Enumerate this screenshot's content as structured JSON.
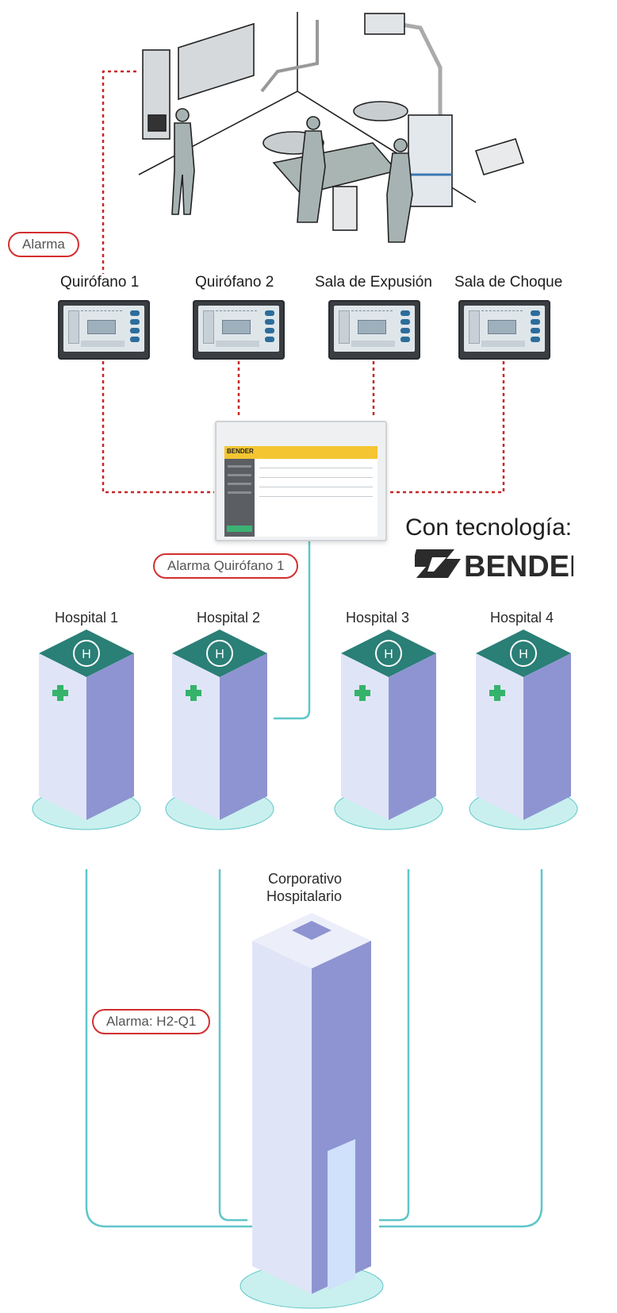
{
  "alarm_pill": "Alarma",
  "panels": [
    {
      "label": "Quirófano 1"
    },
    {
      "label": "Quirófano 2"
    },
    {
      "label": "Sala de Expusión"
    },
    {
      "label": "Sala de Choque"
    }
  ],
  "alarm_quirofano": "Alarma Quirófano 1",
  "technology": {
    "text": "Con tecnología:",
    "brand": "BENDER"
  },
  "monitor": {
    "brand": "BENDER"
  },
  "hospitals": [
    {
      "label": "Hospital 1"
    },
    {
      "label": "Hospital 2"
    },
    {
      "label": "Hospital 3"
    },
    {
      "label": "Hospital 4"
    }
  ],
  "corporate": {
    "line1": "Corporativo",
    "line2": "Hospitalario"
  },
  "alarm_h2": "Alarma: H2-Q1",
  "colors": {
    "alarm_line": "#c62828",
    "network_line": "#5ec6c9",
    "tower_top": "#2a7f76"
  }
}
